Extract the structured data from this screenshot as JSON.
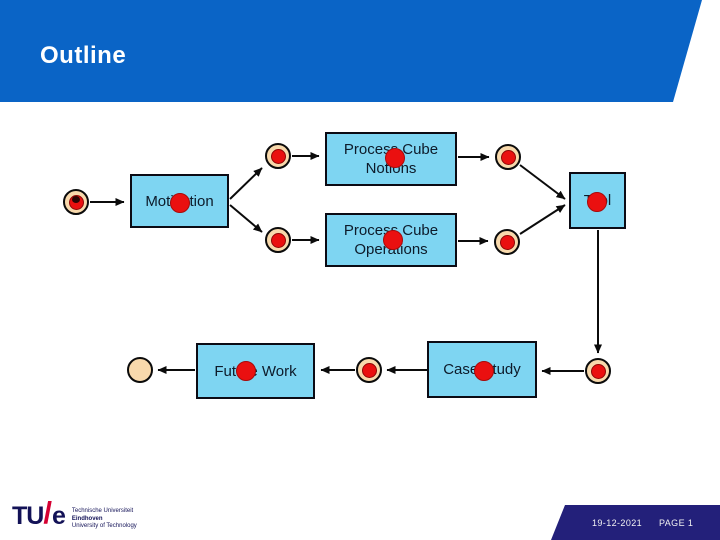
{
  "title": "Outline",
  "diagram": {
    "type": "petri-net-outline",
    "boxes": [
      {
        "id": "process-cube-notions",
        "lines": [
          "Process Cube",
          "Notions"
        ]
      },
      {
        "id": "motivation",
        "lines": [
          "Motivation"
        ]
      },
      {
        "id": "process-cube-operations",
        "lines": [
          "Process Cube",
          "Operations"
        ]
      },
      {
        "id": "tool",
        "lines": [
          "Tool"
        ]
      },
      {
        "id": "future-work",
        "lines": [
          "Future Work"
        ]
      },
      {
        "id": "case-study",
        "lines": [
          "Case Study"
        ]
      }
    ],
    "places": [
      {
        "id": "start",
        "token": true
      },
      {
        "id": "before-notions",
        "token": true
      },
      {
        "id": "after-notions",
        "token": true
      },
      {
        "id": "before-operations",
        "token": true
      },
      {
        "id": "after-operations",
        "token": true
      },
      {
        "id": "before-case-study",
        "token": true
      },
      {
        "id": "before-future-work",
        "token": true
      },
      {
        "id": "end",
        "token": false
      }
    ],
    "edges": [
      {
        "from": "start",
        "to": "motivation"
      },
      {
        "from": "motivation",
        "to": "before-notions"
      },
      {
        "from": "motivation",
        "to": "before-operations"
      },
      {
        "from": "before-notions",
        "to": "process-cube-notions"
      },
      {
        "from": "before-operations",
        "to": "process-cube-operations"
      },
      {
        "from": "process-cube-notions",
        "to": "after-notions"
      },
      {
        "from": "process-cube-operations",
        "to": "after-operations"
      },
      {
        "from": "after-notions",
        "to": "tool"
      },
      {
        "from": "after-operations",
        "to": "tool"
      },
      {
        "from": "tool",
        "to": "before-case-study"
      },
      {
        "from": "before-case-study",
        "to": "case-study"
      },
      {
        "from": "case-study",
        "to": "before-future-work"
      },
      {
        "from": "before-future-work",
        "to": "future-work"
      },
      {
        "from": "future-work",
        "to": "end"
      }
    ],
    "overlay_tokens": [
      "motivation",
      "process-cube-notions",
      "process-cube-operations",
      "tool",
      "future-work",
      "case-study"
    ]
  },
  "footer": {
    "date": "19-12-2021",
    "page": "PAGE 1"
  },
  "logo": {
    "tu": "TU",
    "slash": "/",
    "e": "e",
    "line1": "Technische Universiteit",
    "line2": "Eindhoven",
    "line3": "University of Technology"
  },
  "colors": {
    "header_blue": "#0a64c6",
    "box_fill": "#7ed5f2",
    "place_fill": "#f8d9ac",
    "token_red": "#ea1010",
    "footer_navy": "#23207a",
    "logo_navy": "#131257",
    "logo_red": "#d50032"
  }
}
